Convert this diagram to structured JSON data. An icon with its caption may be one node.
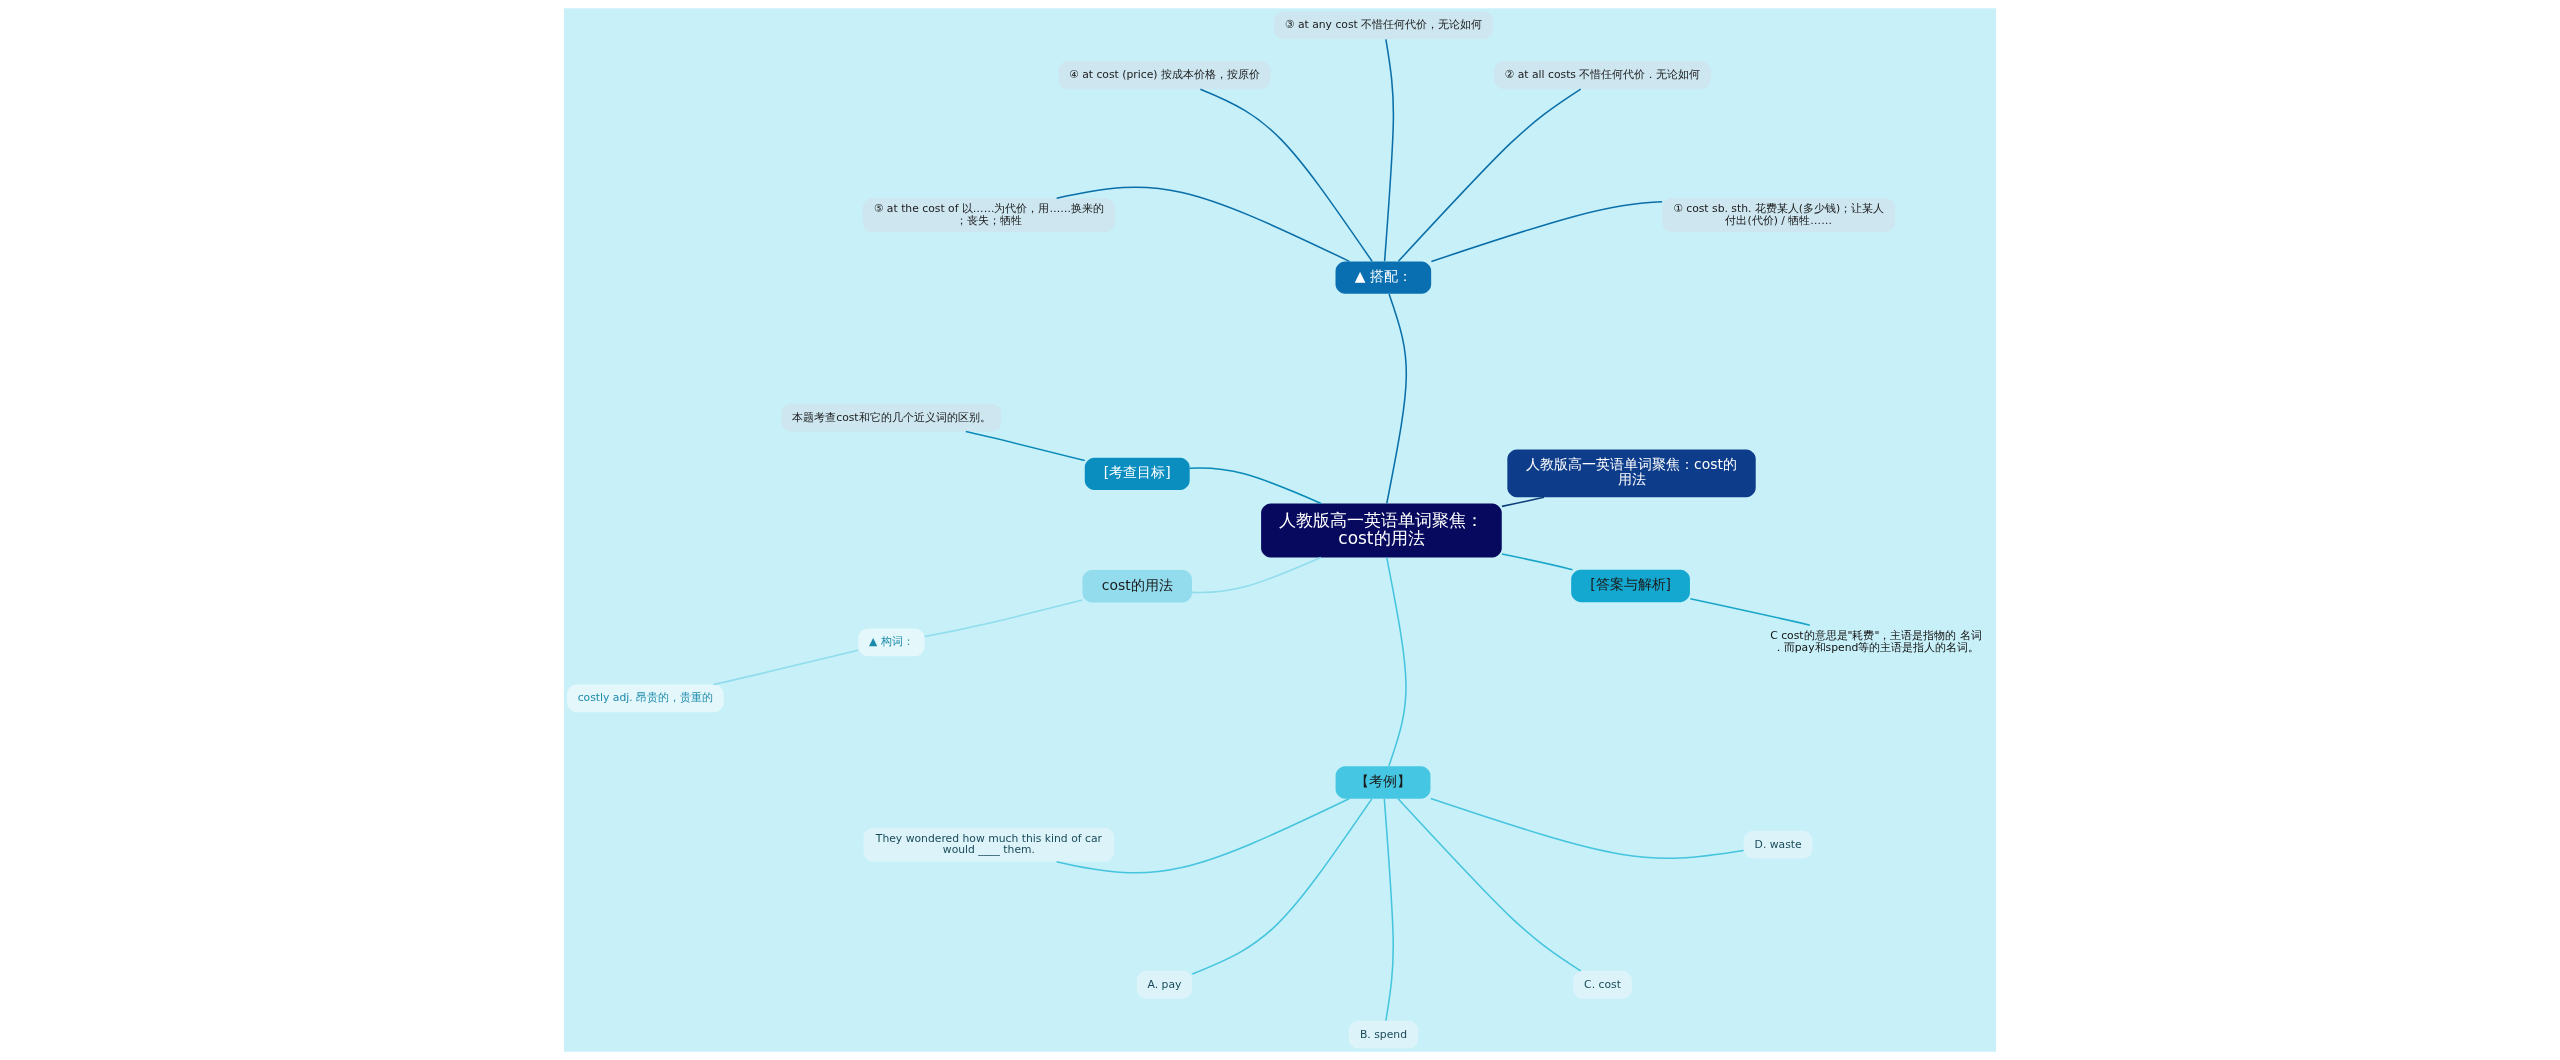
{
  "diagram": {
    "nodes": [
      {
        "text": [
          "人教版高一英语单词聚焦：cost的用法"
        ]
      },
      {
        "text": [
          "人教版高一英语单词聚焦：cost的用法"
        ]
      },
      {
        "text": [
          "▲ 搭配："
        ]
      },
      {
        "text": [
          "① cost sb. sth. 花费某人(多少钱)；让某人付出(代价) / 牺牲……"
        ]
      },
      {
        "text": [
          "② at all costs 不惜任何代价．无论如何"
        ]
      },
      {
        "text": [
          "③ at any cost 不惜任何代价，无论如何"
        ]
      },
      {
        "text": [
          "④ at cost (price) 按成本价格，按原价"
        ]
      },
      {
        "text": [
          "⑤ at the cost of 以……为代价，用……换来的；丧失；牺牲"
        ]
      },
      {
        "text": [
          "[考查目标]"
        ]
      },
      {
        "text": [
          "本题考查cost和它的几个近义词的区别。"
        ]
      },
      {
        "text": [
          "cost的用法"
        ]
      },
      {
        "text": [
          "▲ 构词："
        ]
      },
      {
        "text": [
          "costly adj. 昂贵的，贵重的"
        ]
      },
      {
        "text": [
          "【考例】"
        ]
      },
      {
        "text": [
          "They wondered how much this kind of car would ____ them."
        ]
      },
      {
        "text": [
          "A. pay"
        ]
      },
      {
        "text": [
          "B. spend"
        ]
      },
      {
        "text": [
          "C. cost"
        ]
      },
      {
        "text": [
          "D. waste"
        ]
      },
      {
        "text": [
          "[答案与解析]"
        ]
      },
      {
        "text": [
          "C cost的意思是\"耗费\"，主语是指物的 名词．而pay和spend等的主语是指人的名词。"
        ]
      }
    ],
    "edges": [
      {
        "from": 0,
        "to": 1,
        "arrow": "none",
        "color": "#0d3c7a"
      },
      {
        "from": 0,
        "to": 2,
        "arrow": "none",
        "color": "#0a6fa8"
      },
      {
        "from": 2,
        "to": 3,
        "arrow": "none",
        "color": "#0a6fa8"
      },
      {
        "from": 2,
        "to": 4,
        "arrow": "none",
        "color": "#0a6fa8"
      },
      {
        "from": 2,
        "to": 5,
        "arrow": "none",
        "color": "#0a6fa8"
      },
      {
        "from": 2,
        "to": 6,
        "arrow": "none",
        "color": "#0a6fa8"
      },
      {
        "from": 2,
        "to": 7,
        "arrow": "none",
        "color": "#0a6fa8"
      },
      {
        "from": 0,
        "to": 8,
        "arrow": "none",
        "color": "#0a8ab8"
      },
      {
        "from": 8,
        "to": 9,
        "arrow": "none",
        "color": "#0a8ab8"
      },
      {
        "from": 0,
        "to": 10,
        "arrow": "none",
        "color": "#8fdcec"
      },
      {
        "from": 10,
        "to": 11,
        "arrow": "none",
        "color": "#8fdcec"
      },
      {
        "from": 11,
        "to": 12,
        "arrow": "none",
        "color": "#8fdcec"
      },
      {
        "from": 0,
        "to": 13,
        "arrow": "none",
        "color": "#45c4de"
      },
      {
        "from": 13,
        "to": 14,
        "arrow": "none",
        "color": "#45c4de"
      },
      {
        "from": 13,
        "to": 15,
        "arrow": "none",
        "color": "#45c4de"
      },
      {
        "from": 13,
        "to": 16,
        "arrow": "none",
        "color": "#45c4de"
      },
      {
        "from": 13,
        "to": 17,
        "arrow": "none",
        "color": "#45c4de"
      },
      {
        "from": 13,
        "to": 18,
        "arrow": "none",
        "color": "#45c4de"
      },
      {
        "from": 0,
        "to": 19,
        "arrow": "none",
        "color": "#1aa6c8"
      },
      {
        "from": 19,
        "to": 20,
        "arrow": "none",
        "color": "#1aa6c8"
      }
    ]
  }
}
